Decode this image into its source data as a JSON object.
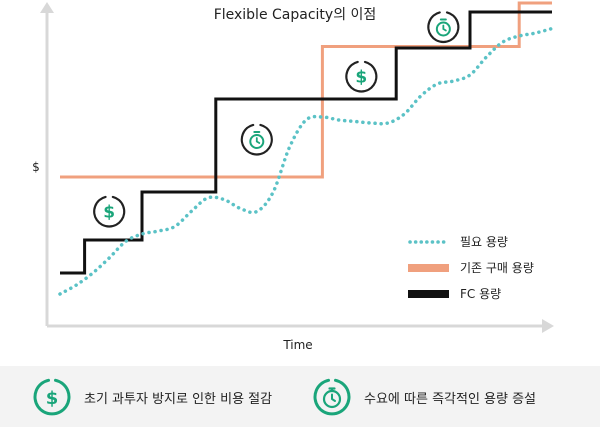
{
  "chart_data": {
    "type": "line",
    "title": "Flexible Capacity의 이점",
    "xlabel": "Time",
    "ylabel": "$",
    "grid": false,
    "legend_position": "right",
    "series": [
      {
        "name": "필요 용량",
        "style": "dotted",
        "color": "#5bc2c6",
        "x": [
          0,
          0.4,
          0.8,
          1.2,
          1.6,
          2.0,
          2.4,
          2.8,
          3.2,
          3.6,
          4.0,
          4.4,
          4.8,
          5.2,
          5.6,
          6.0,
          6.4,
          6.8,
          7.2,
          7.6,
          8.0,
          8.4,
          8.8,
          9.2,
          9.6,
          10.0,
          10.4,
          10.8,
          11.2,
          11.6,
          12.0
        ],
        "values": [
          0.3,
          0.6,
          1.0,
          1.5,
          2.05,
          2.3,
          2.4,
          2.55,
          3.05,
          3.5,
          3.45,
          3.15,
          3.05,
          3.7,
          5.2,
          6.1,
          6.2,
          6.1,
          6.05,
          6.0,
          6.0,
          6.3,
          6.9,
          7.3,
          7.4,
          7.6,
          8.2,
          8.7,
          8.9,
          9.0,
          9.15
        ]
      },
      {
        "name": "기존 구매 용량",
        "style": "step",
        "color": "#f0a07e",
        "x": [
          0,
          6.4,
          6.4,
          11.2,
          11.2,
          12.0
        ],
        "values": [
          4.2,
          4.2,
          8.55,
          8.55,
          10.0,
          10.0
        ]
      },
      {
        "name": "FC 용량",
        "style": "step",
        "color": "#111111",
        "x": [
          0,
          0.6,
          0.6,
          2.0,
          2.0,
          3.8,
          3.8,
          8.2,
          8.2,
          10.0,
          10.0,
          12.0
        ],
        "values": [
          1.0,
          1.0,
          2.1,
          2.1,
          3.7,
          3.7,
          6.8,
          6.8,
          8.5,
          8.5,
          9.7,
          9.7
        ]
      }
    ],
    "markers": [
      {
        "icon": "dollar-icon",
        "x": 1.2,
        "y": 3.05,
        "color": "#1aa57a"
      },
      {
        "icon": "stopwatch-icon",
        "x": 4.8,
        "y": 5.45,
        "color": "#1aa57a"
      },
      {
        "icon": "dollar-icon",
        "x": 7.35,
        "y": 7.55,
        "color": "#1aa57a"
      },
      {
        "icon": "stopwatch-icon",
        "x": 9.35,
        "y": 9.2,
        "color": "#1aa57a"
      }
    ]
  },
  "colors": {
    "accent_green": "#1aa57a",
    "axis": "#d8d8d8",
    "bar_background": "#f3f3f3"
  },
  "bottom_items": [
    {
      "icon": "dollar-icon",
      "label": "초기 과투자 방지로 인한 비용 절감"
    },
    {
      "icon": "stopwatch-icon",
      "label": "수요에 따른 즉각적인 용량 증설"
    }
  ]
}
